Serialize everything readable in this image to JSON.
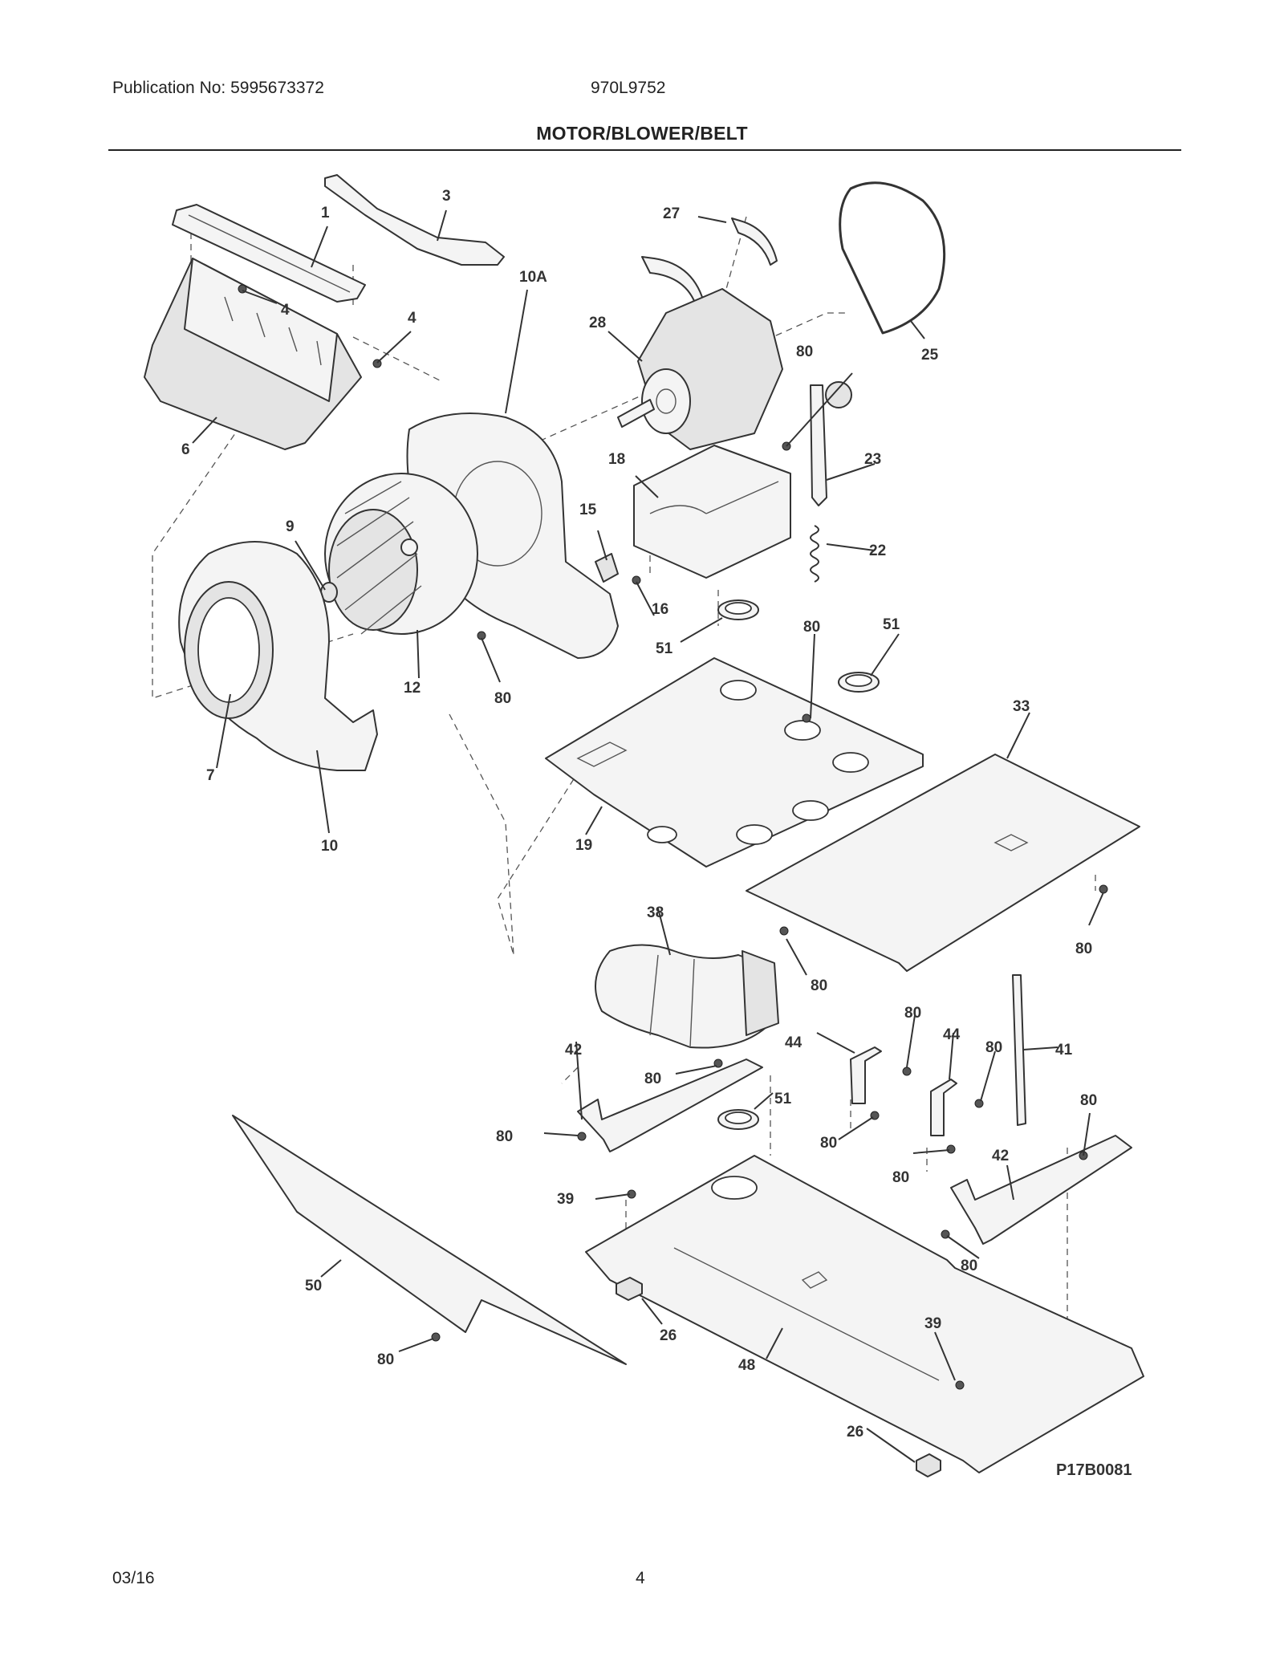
{
  "header": {
    "publication": "Publication No: 5995673372",
    "model": "970L9752",
    "title": "MOTOR/BLOWER/BELT"
  },
  "footer": {
    "date": "03/16",
    "page": "4"
  },
  "diagram": {
    "code": "P17B0081",
    "callouts": {
      "c1": "1",
      "c3": "3",
      "c4a": "4",
      "c4b": "4",
      "c6": "6",
      "c10a": "10A",
      "c27": "27",
      "c28": "28",
      "c25": "25",
      "c80a": "80",
      "c23": "23",
      "c18": "18",
      "c15": "15",
      "c9": "9",
      "c22": "22",
      "c16": "16",
      "c12": "12",
      "c80b": "80",
      "c51a": "51",
      "c80c": "80",
      "c51b": "51",
      "c7": "7",
      "c10": "10",
      "c33": "33",
      "c19": "19",
      "c38": "38",
      "c80d": "80",
      "c80e": "80",
      "c80f": "80",
      "c44a": "44",
      "c44b": "44",
      "c80g": "80",
      "c41": "41",
      "c42a": "42",
      "c80h": "80",
      "c51c": "51",
      "c80i": "80",
      "c80j": "80",
      "c80k": "80",
      "c42b": "42",
      "c80l": "80",
      "c39a": "39",
      "c80m": "80",
      "c50": "50",
      "c26a": "26",
      "c39b": "39",
      "c48": "48",
      "c80n": "80",
      "c26b": "26"
    }
  }
}
